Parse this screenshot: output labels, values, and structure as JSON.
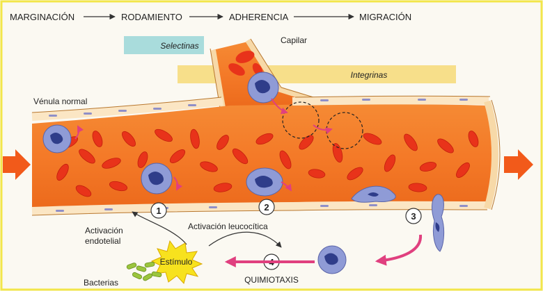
{
  "stages": [
    "MARGINACIÓN",
    "RODAMIENTO",
    "ADHERENCIA",
    "MIGRACIÓN"
  ],
  "bands": {
    "selectinas": "Selectinas",
    "integrinas": "Integrinas"
  },
  "labels": {
    "capilar": "Capilar",
    "venula": "Vénula normal",
    "activacion_endotelial": "Activación\nendotelial",
    "activacion_leucocitica": "Activación leucocítica",
    "estimulo": "Estímulo",
    "bacterias": "Bacterias",
    "quimiotaxis": "QUIMIOTAXIS"
  },
  "steps": [
    "1",
    "2",
    "3",
    "4"
  ],
  "colors": {
    "vessel": "#f47a28",
    "vessel_dark": "#e05a12",
    "wall": "#fbe6c4",
    "rbc": "#e8331a",
    "leukocyte": "#8f9bd6",
    "arrow_flow": "#f25a1a",
    "arrow_pink": "#e0407f",
    "selectinas_band": "#a9dcdc",
    "integrinas_band": "#f7df8a",
    "stimulus": "#f7e21e",
    "bacteria": "#9bc53d",
    "border": "#f2e64a"
  }
}
